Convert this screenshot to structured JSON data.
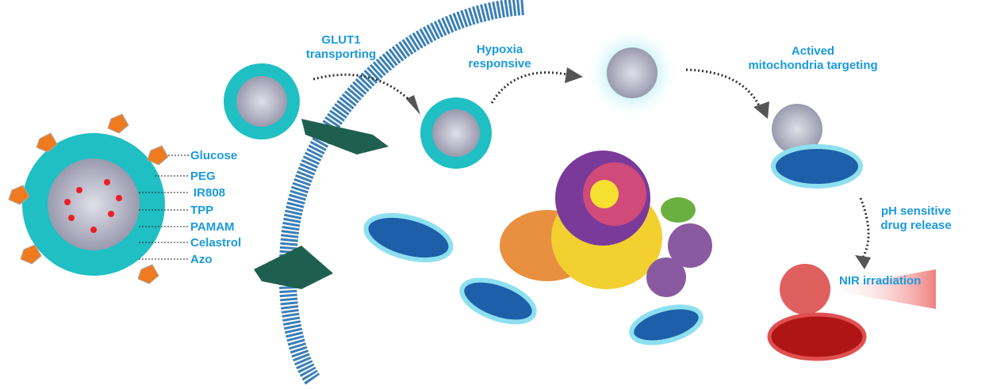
{
  "legend": {
    "items": [
      "Glucose",
      "PEG",
      "IR808",
      "TPP",
      "PAMAM",
      "Celastrol",
      "Azo"
    ]
  },
  "steps": {
    "glut1": [
      "GLUT1",
      "transporting"
    ],
    "hypoxia": [
      "Hypoxia",
      "responsive"
    ],
    "mito": [
      "Actived",
      "mitochondria targeting"
    ],
    "ph": [
      "pH sensitive",
      "drug release"
    ],
    "nir": "NIR irradiation"
  },
  "colors": {
    "text": "#1a9ae0",
    "shell": "#1fbfc4",
    "core": "#b8b8c8",
    "drug": "#e8202a",
    "membrane": "#3a7fb8",
    "mitochondria": "#1d5fa8",
    "red_mitochondria": "#b01515"
  }
}
